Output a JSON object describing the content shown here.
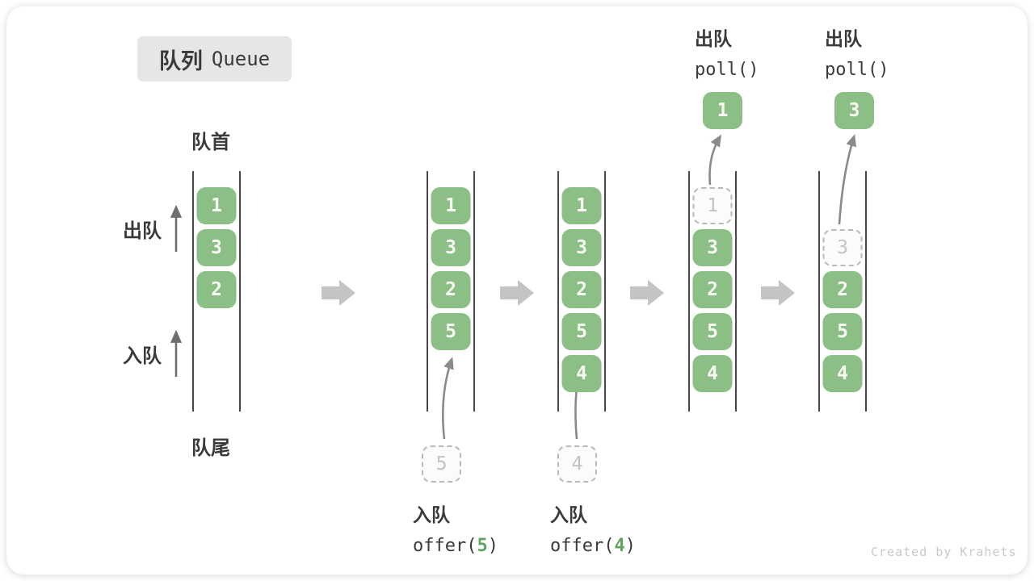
{
  "title": {
    "zh": "队列",
    "en": "Queue"
  },
  "labels": {
    "front": "队首",
    "rear": "队尾",
    "dequeue_side": "出队",
    "enqueue_side": "入队"
  },
  "colors": {
    "green": "#8cbf86",
    "cell_text": "#fafaf5",
    "dashed_border": "#b9b9b9",
    "dashed_text": "#c3c3c3",
    "line": "#484848",
    "block_arrow": "#c4c4c4",
    "curve_arrow": "#8a8a8a",
    "text_dark": "#3a3a3a",
    "badge_bg": "#e6e6e6",
    "code_green": "#5fa55f",
    "footer_gray": "#c9c9c9"
  },
  "queues": [
    {
      "cells": [
        {
          "slot": 0,
          "value": "1",
          "state": "filled"
        },
        {
          "slot": 1,
          "value": "3",
          "state": "filled"
        },
        {
          "slot": 2,
          "value": "2",
          "state": "filled"
        }
      ]
    },
    {
      "cells": [
        {
          "slot": 0,
          "value": "1",
          "state": "filled"
        },
        {
          "slot": 1,
          "value": "3",
          "state": "filled"
        },
        {
          "slot": 2,
          "value": "2",
          "state": "filled"
        },
        {
          "slot": 3,
          "value": "5",
          "state": "filled"
        }
      ]
    },
    {
      "cells": [
        {
          "slot": 0,
          "value": "1",
          "state": "filled"
        },
        {
          "slot": 1,
          "value": "3",
          "state": "filled"
        },
        {
          "slot": 2,
          "value": "2",
          "state": "filled"
        },
        {
          "slot": 3,
          "value": "5",
          "state": "filled"
        },
        {
          "slot": 4,
          "value": "4",
          "state": "filled"
        }
      ]
    },
    {
      "cells": [
        {
          "slot": 0,
          "value": "1",
          "state": "dashed"
        },
        {
          "slot": 1,
          "value": "3",
          "state": "filled"
        },
        {
          "slot": 2,
          "value": "2",
          "state": "filled"
        },
        {
          "slot": 3,
          "value": "5",
          "state": "filled"
        },
        {
          "slot": 4,
          "value": "4",
          "state": "filled"
        }
      ],
      "popped": "1"
    },
    {
      "cells": [
        {
          "slot": 1,
          "value": "3",
          "state": "dashed"
        },
        {
          "slot": 2,
          "value": "2",
          "state": "filled"
        },
        {
          "slot": 3,
          "value": "5",
          "state": "filled"
        },
        {
          "slot": 4,
          "value": "4",
          "state": "filled"
        }
      ],
      "popped": "3"
    }
  ],
  "staged": [
    {
      "value": "5"
    },
    {
      "value": "4"
    }
  ],
  "ops": {
    "enqueue": [
      {
        "label": "入队",
        "code_prefix": "offer(",
        "arg": "5",
        "code_suffix": ")"
      },
      {
        "label": "入队",
        "code_prefix": "offer(",
        "arg": "4",
        "code_suffix": ")"
      }
    ],
    "dequeue": [
      {
        "label": "出队",
        "code": "poll()"
      },
      {
        "label": "出队",
        "code": "poll()"
      }
    ]
  },
  "footer": "Created by Krahets"
}
